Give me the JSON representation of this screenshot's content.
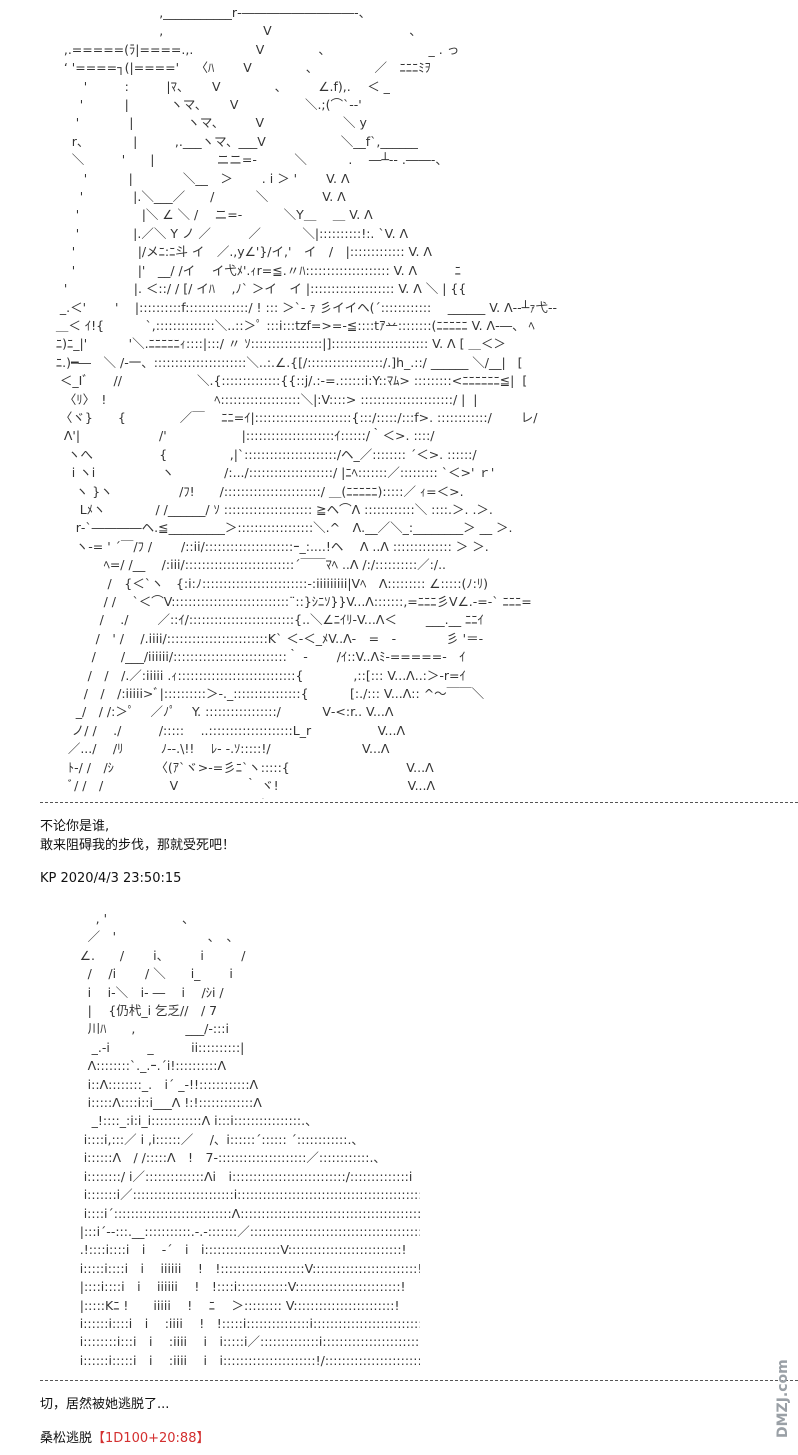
{
  "art": {
    "top_ascii": "                              ,___________r‐―――――――――‐、\n                              ,　　　　　　　　V　　　　　　　　　　　、\n      ,.=====(ﾗ|====.,.　　　　　V　　　　 、　　　　　　　　 _ . っ\n      ‘ '====┐(|===='　 〈ﾊ　　 V　　　　 、　　　　　／　ﾆﾆﾆﾐｦ\n           '　　　:　　　|ﾏ、　　 V　　　　 、　　　∠.f),.　 ＜ _\n          '　　　 |　　　 ヽマ、　　 V　　　　　 ＼.;(⌒`‐‐'\n         '　　　　|　　　　 ヽマ、　　　V　　　　　　 ＼ y\n        r、　　　　|　　　,.___ヽマ、___V　　　　　　＼__f`,______\n        ＼　　　'　　|　　　　　ニニ=-　　　＼　　　 .　 ―┴-- .――-、\n           '　　　 |　　　　＼__　＞　　 . i ＞ '　　 V. Λ\n          '　　　　|.＼___／　　/ 　　　＼　　　　 V. Λ\n         '　　　　　|＼ ∠ ＼ /　 ニ=-　　　 ＼Y＿　 ＿ V. Λ\n         '　　　　 |.／＼ Y ノ ／　　　／　　　 ＼|::::::::::!:. `V. Λ\n        '　　　　　|/メﾆ:ﾆ斗 イ　／.,y∠'}/イ,'　イ　/　|::::::::::::: V. Λ\n        '　　　　　|'　__/ /イ　 イ弋ﾒ'.ｨr=≦.〃ﾊ:::::::::::::::::::: V. Λ　　　ﾆ\n      '　　　　　 |. ＜::/ / [/ イﾊ　 ,ﾉ` ＞イ　イ |:::::::::::::::::::: V. Λ ＼ | {{\n     _.＜'　　 '　 |::::::::::f:::::::::::::::/ ! ::: ＞`‐ ｧ 彡イイヘ(´::::::::::::　 ______ V. Λ-‐┴ｧ弋-‐\n    ＿＜ ｲ!{　　　 `,::::::::::::::＼..::＞ﾟ :::i:::tzf=>=‐≦::::tｱ䒑::::::::(ﾆﾆﾆﾆﾆ V. Λ-―、 ﾍ\n    ﾆ)ﾆ_|' 　　　'＼.ﾆﾆﾆﾆﾆｨ::::|:::/ 〃 ｿ:::::::::::::::::|]::::::::::::::::::::::: V. Λ [ ＿＜＞\n    ﾆ.)━―　＼ /‐一、::::::::::::::::::::::＼..:.∠.{[/::::::::::::::::::/.]h_.::/ ______ ＼/__|   [\n     ＜_Iﾞ　　//　　　　　　＼.{::::::::::::::{{::j/.:‐=.::::::i:Y::ﾏﾑ> :::::::::<ﾆﾆﾆﾆﾆﾆ≦|  [\n      〈ﾘ〉　!　　　 　　　　　 ﾍ:::::::::::::::::::＼|:V::::> ::::::::::::::::::::::/ |  |\n     〈ヾ}　　{　　　　 ／￣　 ﾆﾆ=ｲ|:::::::::::::::::::::::{:::/:::::/:::f>. ::::::::::::/　　 レ/\n      Λ'|　　　　　　 /'　　　　　　|:::::::::::::::::::::ｲ::::::/｀＜>. ::::/\n       ヽへ　　　　　 {　　　　　,|`::::::::::::::::::::::/ヘ_／:::::::: ´＜>. ::::::/\n        i ヽi　　　　　 ヽ　　　　/:.../::::::::::::::::::::/ |ﾆﾍ:::::::／::::::::: `＜>' ｒ'\n         ヽ }ヽ　　　　　 /ﾌ!　　/:::::::::::::::::::::::/ ＿(ﾆﾆﾆﾆﾆ):::::／ ｨ=＜>.\n          Lﾒヽ　　　　/ /______/ ｿ ::::::::::::::::::::: ≧ヘ⌒Λ ::::::::::::＼ ::::.＞. .＞.\n         r‐`――――ヘ.≦_________＞::::::::::::::::::＼.^　Λ.__／＼_:________＞ __ ＞.\n         ヽ‐= ' ´￣/ﾌ /　　 /::ii/:::::::::::::::::::::ｰ_:....!ヘ　 Λ ..Λ :::::::::::::: ＞ ＞.\n                ﾍ=/ /__　 /:iii/::::::::::::::::::::::::::´￣￣ﾏﾍ ..Λ /:/::::::::::／:/..\n                 /　{＜`ヽ　{:i:ﾉ:::::::::::::::::::::::::-:iiiiiiiii|Vﾍ　Λ::::::::: ∠:::::(ﾉ:ﾘ)\n                / /　 `＜⌒V::::::::::::::::::::::::::::¨::}ｼﾆｿ}}V...Λ:::::::,=ﾆﾆﾆ彡V∠.‐=-` ﾆﾆﾆ=\n               /　 ./　　 ／::ｲ/:::::::::::::::::::::::::{..＼∠ﾆｲﾘ-V...Λ＜　　 ___.__ ﾆﾆｲ\n              /　' /　 /.iiii/::::::::::::::::::::::::K` ＜-＜_ﾒV..Λ‐　=　-　　　　彡 '＝-\n             /　　/___/iiiiii/:::::::::::::::::::::::::::｀ ‐　　 /ｲ::V..Λﾐ‐=====‐　ｲ\n            /　/　/.／:iiiii .ｨ::::::::::::::::::::::::::::{　　　　,::[::: V...Λ..:＞‐r=ｲ\n           /　/　/:iiiii>ﾞ|::::::::::＞-._::::::::::::::::{　　　 [:./::: V...Λ:: ^〜￣￣＼\n         _/　/ /:＞ﾟ　 ／ﾉﾟ　 Y. :::::::::::::::::/　　　 V‐<:r.. V...Λ\n        ノ/ /　 ./　　　/:::::　 ..::::::::::::::::::::L_r　　　　　 V...Λ\n       ／.../　 /ﾘ　　　ﾉ‐-.\\!!　 ﾚ‐ -.ｿ:::::!/　　　　　　　 V...Λ\n       ﾄ-/ /　/ｼ　　　 〈(ｱ`ヾ>-=彡ﾆ`ヽ:::::{　　　　　　　　　 V...Λ\n       ﾞ/ /　/　　　　　 V　　　　　 ｀ ヾ!　　　　　　　　　　 V...Λ\n         /　　　　　 ./　　　　　　　 Yノ　　　　　　　　　　　　 V...Λ",
    "bottom_ascii": "              , '　　　　　　、\n            ／　'　　　　　　　 、　、\n          ∠.　　/　　 i、　　　i　　　/\n            /　 /i　　 / ＼　　i_　　 i\n            i　 i-＼　i- ―　 i　 /ｼi /\n            |　 {仍杙_i 乞乏//　/ 7\n            川ﾊ　　,　　　　___/‐:::i\n             _.‐i　　　_　　　ii::::::::::|\n            Λ::::::::`._.ｰ.´i!::::::::::Λ\n            i::Λ::::::::_.　i´ _‐!!::::::::::::Λ\n            i:::::Λ::::i::i___Λ !:!:::::::::::::Λ\n             _!::::_:i:i_i::::::::::::Λ i:::i::::::::::::::::.、\n           i::::i,:::／ i ,i::::::／ 　/、i::::::´:::::: ´::::::::::::.、\n           i::::::Λ　/ /:::::Λ　!　7-:::::::::::::::::::::／::::::::::::.、\n           i::::::::/ i／::::::::::::::Λi　i:::::::::::::::::::::::::::/::::::::::::::i\n           i:::::::i／::::::::::::::::::::::::i::::::::::::::::::::::::::::::::::::::::::::::::i\n           i::::i´::::::::::::::::::::::::::::Λ::::::::::::::::::::::::::::::::::::::::::::::::::i\n          |:::i´‐-:::.__:::::::::::.‐.-:::::::／:::::::::::::::::::::::::::::::::::::::::::::::i\n          .!::::i::::i　i　 -´　i　i::::::::::::::::::V:::::::::::::::::::::::::::!\n          i:::::i::::i　i　 iiiiii　 !　!::::::::::::::::::::V:::::::::::::::::::::::::!\n          |::::i::::i　i　 iiiiii　 !　!::::i::::::::::::V:::::::::::::::::::::::::!\n          |:::::Kﾆ !　　iiiii　 !　 ﾆ　 ＞::::::::: V::::::::::::::::::::::::!\n          i::::::i::::i　i　 :iiii　 !　!:::::i:::::::::::::::i::::::::::::::::::::::::::|\n          i::::::::i:::i　i　 :iiii　 i　i:::::i／::::::::::::::i::::::::::::::::::::::::::|\n          i::::::i:::::i　i　 :iiii　 i　i::::::::::::::::::::::!/:::::::::::::::::::::::::/"
  },
  "post1": {
    "line1": "不论你是谁,",
    "line2": "敢来阻碍我的步伐，那就受死吧！"
  },
  "meta": {
    "author_time": "KP 2020/4/3 23:50:15"
  },
  "post2": {
    "line1": "切，居然被她逃脱了...",
    "roll_prefix": "桑松逃脱",
    "roll_value": "【1D100+20:88】"
  },
  "watermark": {
    "text": "DMZJ.com",
    "color": "#9aa0a6"
  },
  "colors": {
    "roll": "#d32f2f",
    "text": "#111111"
  }
}
